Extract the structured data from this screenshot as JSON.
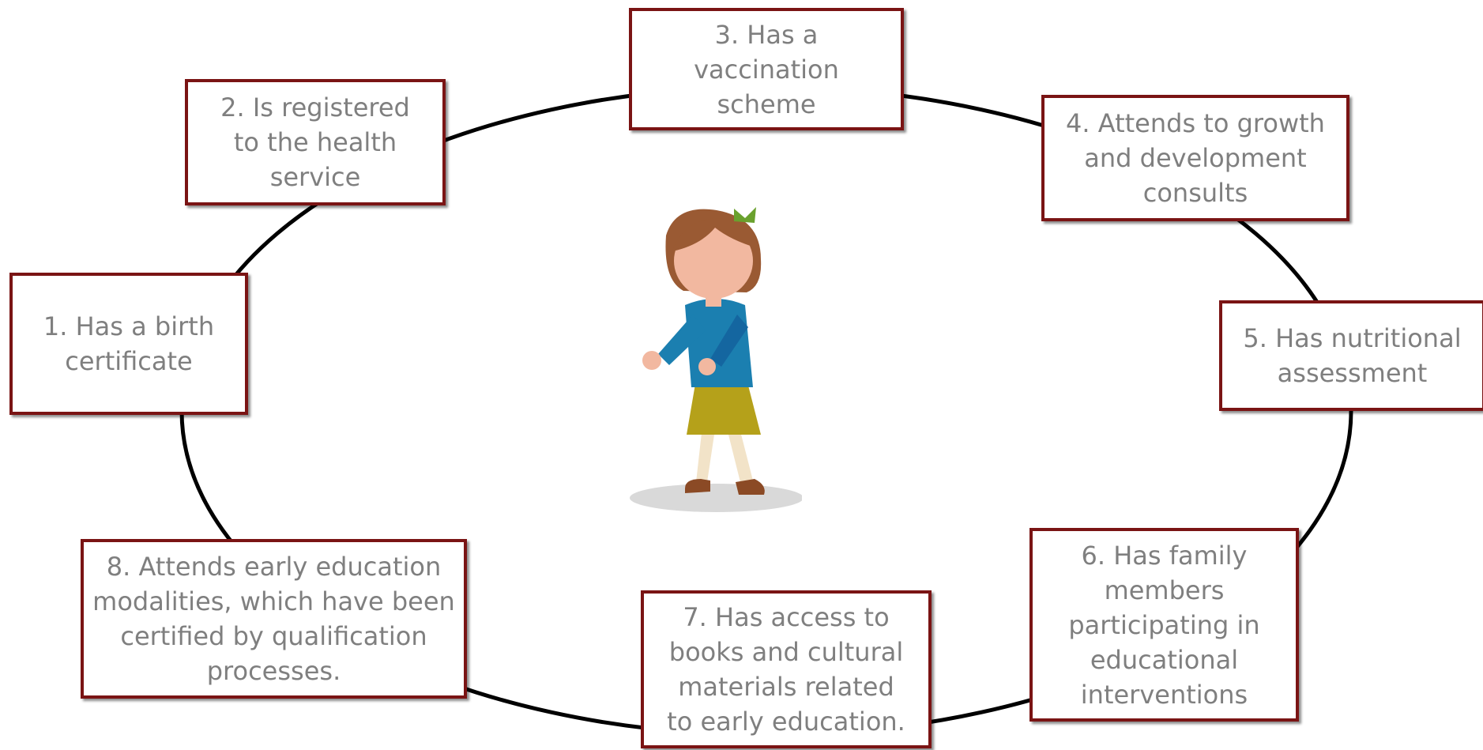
{
  "colors": {
    "box_border": "#7a1414",
    "box_text": "#7f7f7f",
    "ring": "#000000"
  },
  "center_icon": "girl-walking-illustration",
  "steps": [
    {
      "label": "1. Has a birth\ncertificate"
    },
    {
      "label": "2. Is registered\nto the health\nservice"
    },
    {
      "label": "3. Has a\nvaccination\nscheme"
    },
    {
      "label": "4. Attends to growth\nand development\nconsults"
    },
    {
      "label": "5. Has nutritional\nassessment"
    },
    {
      "label": "6. Has family\nmembers\nparticipating in\neducational\ninterventions"
    },
    {
      "label": "7. Has access to\nbooks and cultural\nmaterials related\nto early education."
    },
    {
      "label": "8. Attends early education\nmodalities, which have been\ncertified by qualification\nprocesses."
    }
  ]
}
